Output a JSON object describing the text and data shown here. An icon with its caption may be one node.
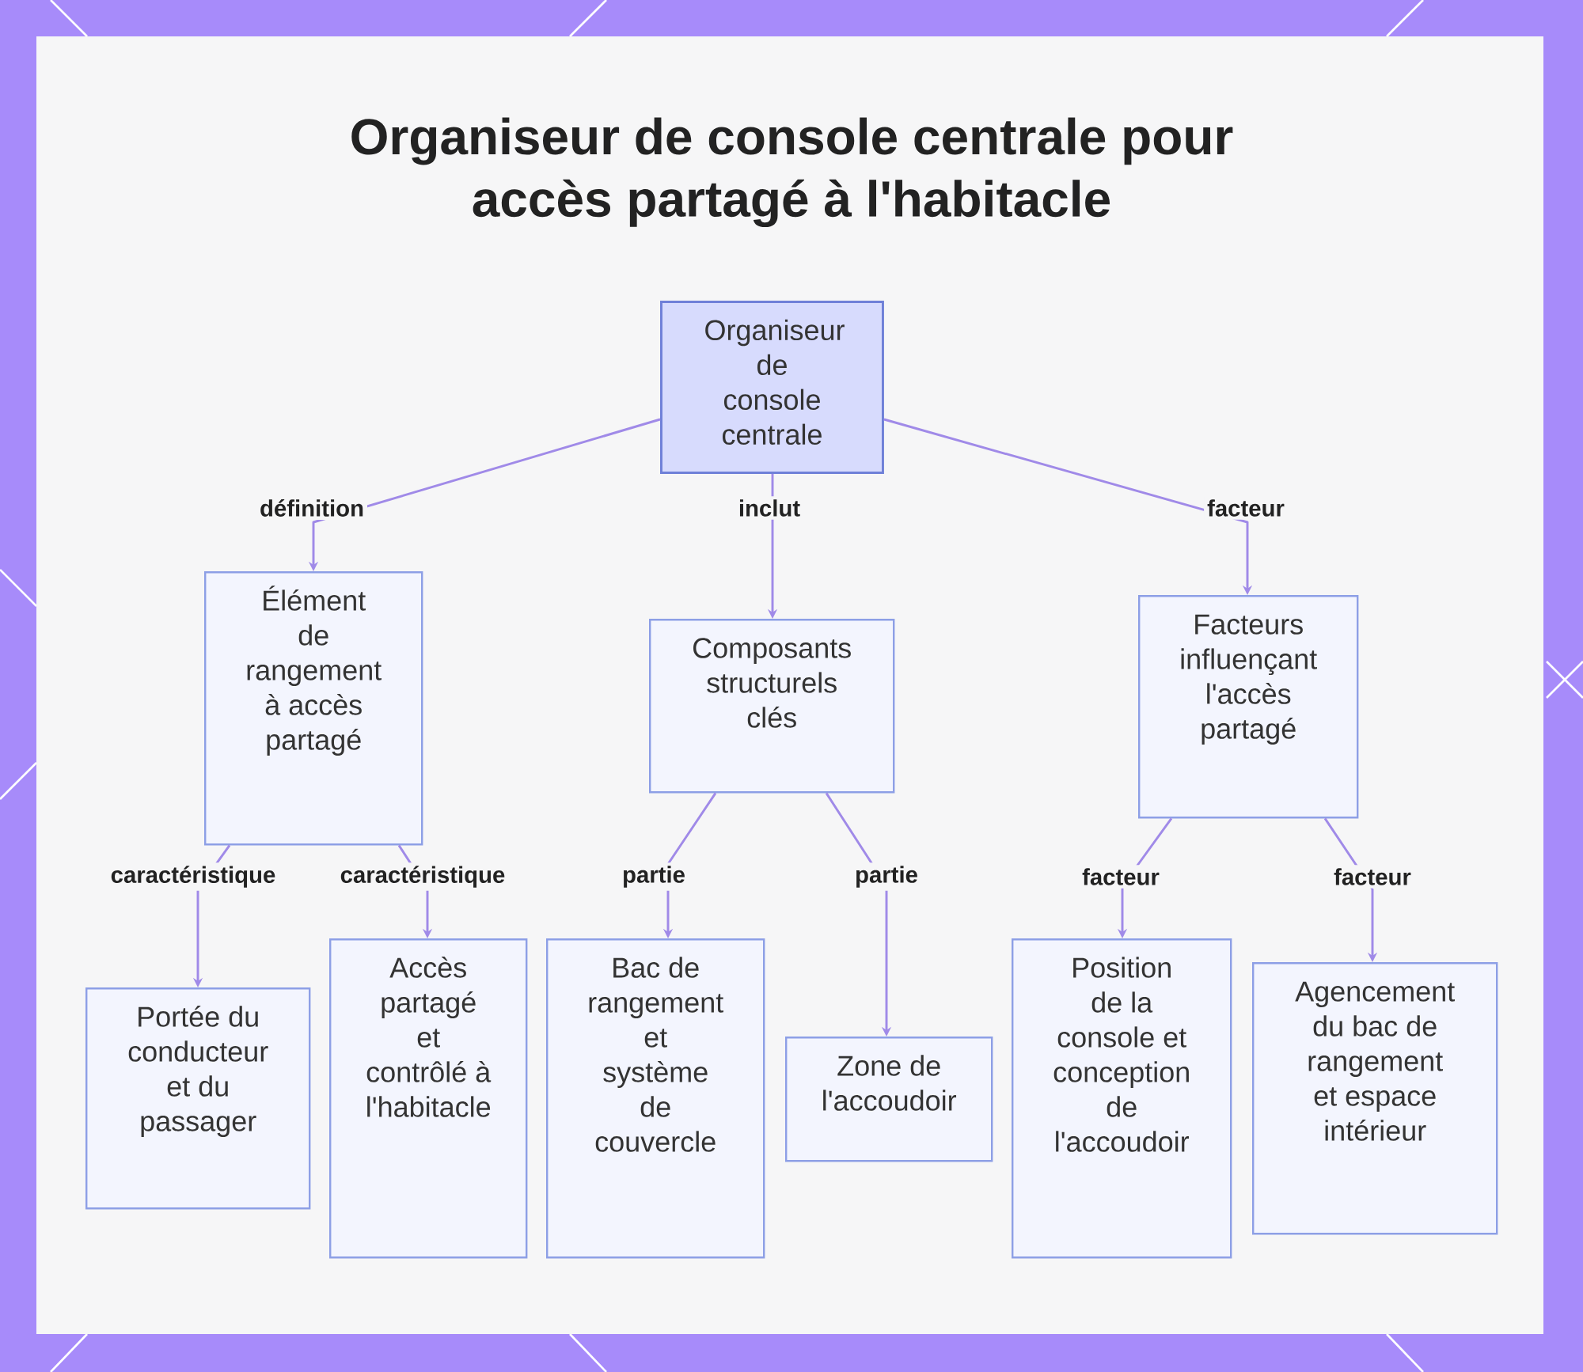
{
  "diagram": {
    "title": "Organiseur de console centrale pour accès partagé à l'habitacle",
    "nodes": [
      {
        "text": [
          "Organiseur de console centrale"
        ]
      },
      {
        "text": [
          "Élément de rangement à accès partagé"
        ]
      },
      {
        "text": [
          "Composants structurels clés"
        ]
      },
      {
        "text": [
          "Facteurs influençant l'accès partagé"
        ]
      },
      {
        "text": [
          "Portée du conducteur et du passager"
        ]
      },
      {
        "text": [
          "Accès partagé et contrôlé à l'habitacle"
        ]
      },
      {
        "text": [
          "Bac de rangement et système de couvercle"
        ]
      },
      {
        "text": [
          "Zone de l'accoudoir"
        ]
      },
      {
        "text": [
          "Position de la console et conception de l'accoudoir"
        ]
      },
      {
        "text": [
          "Agencement du bac de rangement et espace intérieur"
        ]
      }
    ],
    "edges": [
      {
        "from": 0,
        "to": 1,
        "arrow": "to",
        "label": "définition"
      },
      {
        "from": 0,
        "to": 2,
        "arrow": "to",
        "label": "inclut"
      },
      {
        "from": 0,
        "to": 3,
        "arrow": "to",
        "label": "facteur"
      },
      {
        "from": 1,
        "to": 4,
        "arrow": "to",
        "label": "caractéristique"
      },
      {
        "from": 1,
        "to": 5,
        "arrow": "to",
        "label": "caractéristique"
      },
      {
        "from": 2,
        "to": 6,
        "arrow": "to",
        "label": "partie"
      },
      {
        "from": 2,
        "to": 7,
        "arrow": "to",
        "label": "partie"
      },
      {
        "from": 3,
        "to": 8,
        "arrow": "to",
        "label": "facteur"
      },
      {
        "from": 3,
        "to": 9,
        "arrow": "to",
        "label": "facteur"
      }
    ]
  }
}
